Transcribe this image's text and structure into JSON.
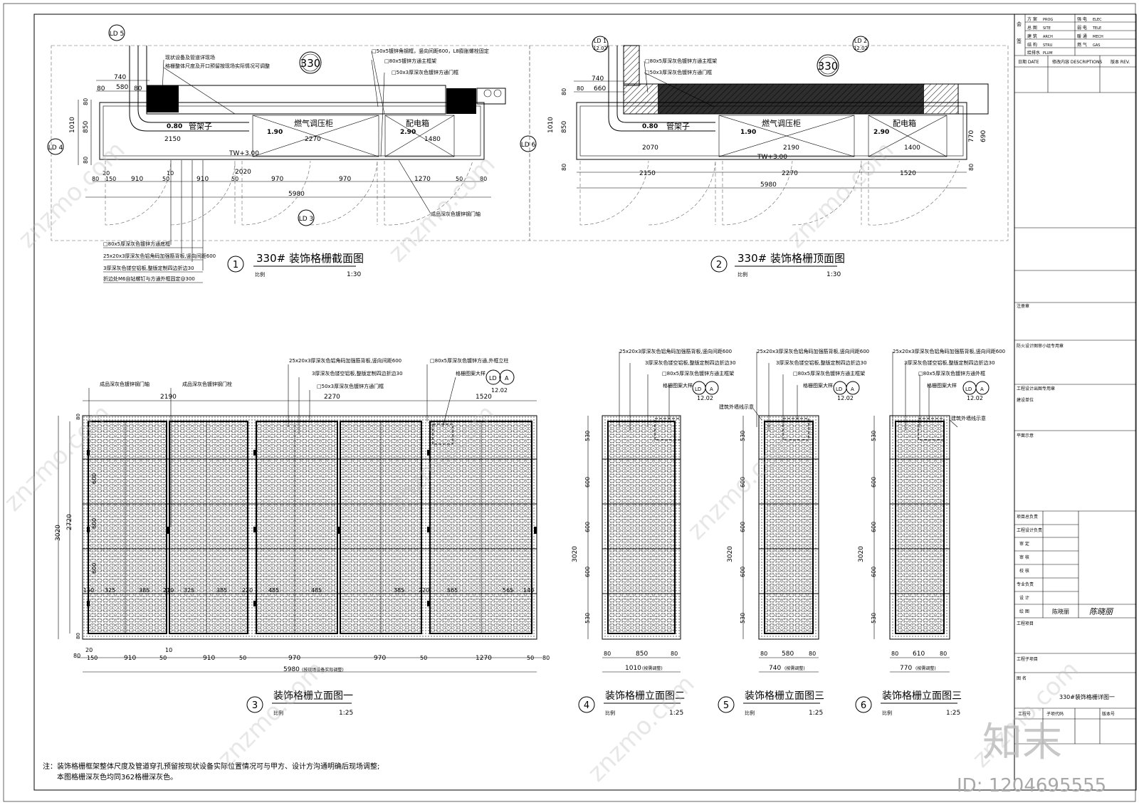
{
  "sheet": {
    "project_no": "330",
    "note_label": "注：",
    "notes": [
      "装饰格栅框架整体尺度及管道穿孔预留按现状设备实际位置情况可与甲方、设计方沟通明确后现场调整;",
      "本图格栅深灰色均同362格栅深灰色。"
    ],
    "watermark_id": "ID: 1204695555",
    "watermark_logo": "知末"
  },
  "views": [
    {
      "no": "1",
      "title": "330# 装饰格栅截面图",
      "scale_label": "比例",
      "scale": "1:30"
    },
    {
      "no": "2",
      "title": "330# 装饰格栅顶面图",
      "scale_label": "比例",
      "scale": "1:30"
    },
    {
      "no": "3",
      "title": "装饰格栅立面图一",
      "scale_label": "比例",
      "scale": "1:25"
    },
    {
      "no": "4",
      "title": "装饰格栅立面图二",
      "scale_label": "比例",
      "scale": "1:25"
    },
    {
      "no": "5",
      "title": "装饰格栅立面图三",
      "scale_label": "比例",
      "scale": "1:25"
    },
    {
      "no": "6",
      "title": "装饰格栅立面图三",
      "scale_label": "比例",
      "scale": "1:25"
    }
  ],
  "plan1": {
    "labels": [
      "管架子",
      "燃气调压柜",
      "配电箱"
    ],
    "slopes": [
      "0.80",
      "1.90",
      "2.90"
    ],
    "tw": "TW+3.00",
    "dims_top": [
      "740",
      "580",
      "80",
      "80"
    ],
    "dims_side": [
      "1010",
      "850",
      "80",
      "80"
    ],
    "dims_inner": [
      "2150",
      "2270",
      "1480"
    ],
    "dims_bottom": [
      "80",
      "20",
      "150",
      "910",
      "50",
      "10",
      "910",
      "50",
      "970",
      "970",
      "2020",
      "1270",
      "50",
      "80"
    ],
    "total": "5980",
    "callouts": [
      "现状设备及管道详现场",
      "格栅整体尺度及开口预留按现场实际情况可调整",
      "□50x5镀锌角钢框，竖向间距600，L8膨胀螺栓固定",
      "□80x5镀锌方通主框架",
      "□50x3厚深灰色镀锌方通门框",
      "□80x5厚深灰色镀锌方通底框",
      "25x20x3厚深灰色铝角码加强筋背板,竖向间距600",
      "3厚深灰色镂空铝板,整版定制四边折边30",
      "折边处M6自钻螺钉与方通外框固定@300",
      "成品深灰色镀锌钢门轴"
    ]
  },
  "plan2": {
    "labels": [
      "管架子",
      "燃气调压柜",
      "配电箱"
    ],
    "slopes": [
      "0.80",
      "1.90",
      "2.90"
    ],
    "tw": "TW+3.00",
    "dims_top": [
      "740",
      "660",
      "80"
    ],
    "dims_side": [
      "1010",
      "850",
      "80",
      "80"
    ],
    "dims_right": [
      "770",
      "690",
      "80"
    ],
    "dims_inner": [
      "2070",
      "2190",
      "1400"
    ],
    "dims_bottom": [
      "2150",
      "2270",
      "1520"
    ],
    "total": "5980",
    "callouts": [
      "□80x5厚深灰色镀锌方通主框架",
      "□50x3厚深灰色镀锌方通门框"
    ]
  },
  "elev3": {
    "top_dims": [
      "2190",
      "2270",
      "1520"
    ],
    "callouts": [
      "成品深灰色镀锌钢门轴",
      "成品深灰色镀锌钢门栓",
      "25x20x3厚深灰色铝角码加强筋背板,竖向间距600",
      "3厚深灰色镂空铝板,整版定制四边折边30",
      "□50x3厚深灰色镀锌方通门框",
      "□80x5厚深灰色镀锌方通,外框立柱",
      "格栅图案大样"
    ],
    "detail_ref": {
      "code": "LD",
      "letter": "A",
      "sheet": "12.02"
    },
    "left_dims": [
      "3020",
      "2720",
      "600",
      "600",
      "600",
      "80",
      "80"
    ],
    "mid_dims": [
      "150",
      "325",
      "385",
      "210",
      "325",
      "385",
      "220",
      "485",
      "485",
      "385",
      "220",
      "565",
      "565",
      "140"
    ],
    "bottom_dims": [
      "80",
      "20",
      "150",
      "910",
      "10",
      "50",
      "910",
      "50",
      "970",
      "970",
      "50",
      "1270",
      "50",
      "80"
    ],
    "total": "5980",
    "total_note": "(按现场设备实际调整)"
  },
  "elev4": {
    "callouts": [
      "25x20x3厚深灰色铝角码加强筋背板,竖向间距600",
      "3厚深灰色镂空铝板,整版定制四边折边30",
      "□80x5厚深灰色镀锌方通主框架",
      "格栅图案大样"
    ],
    "left_dims": [
      "530",
      "600",
      "600",
      "600",
      "530",
      "3020"
    ],
    "bottom_dims": [
      "80",
      "850",
      "80"
    ],
    "total": "1010",
    "total_note": "(按需调整)"
  },
  "elev5": {
    "callouts": [
      "25x20x3厚深灰色铝角码加强筋背板,竖向间距600",
      "3厚深灰色镂空铝板,整版定制四边折边30",
      "□80x5厚深灰色镀锌方通主框架",
      "格栅图案大样",
      "建筑外墙线示意"
    ],
    "left_dims": [
      "530",
      "600",
      "600",
      "600",
      "530",
      "3020"
    ],
    "bottom_dims": [
      "80",
      "580",
      "80"
    ],
    "total": "740",
    "total_note": "(按需调整)"
  },
  "elev6": {
    "callouts": [
      "25x20x3厚深灰色铝角码加强筋背板,竖向间距600",
      "3厚深灰色镂空铝板,整版定制四边折边30",
      "□80x5厚深灰色镀锌方通外框",
      "格栅图案大样",
      "建筑外墙线示意"
    ],
    "left_dims": [
      "530",
      "600",
      "600",
      "600",
      "530",
      "3020"
    ],
    "bottom_dims": [
      "80",
      "610",
      "80"
    ],
    "total": "770",
    "total_note": "(按需调整)"
  },
  "title_block": {
    "disciplines": [
      [
        "方 案",
        "PROG",
        "强 电",
        "ELEC"
      ],
      [
        "总 图",
        "SITE",
        "弱 电",
        "TELE"
      ],
      [
        "建 筑",
        "ARCH",
        "暖 通",
        "MECH"
      ],
      [
        "结 构",
        "STRU",
        "燃 气",
        "GAS"
      ],
      [
        "给排水",
        "PLUM",
        "",
        ""
      ]
    ],
    "side_marks": [
      "会",
      "签"
    ],
    "revision_header": [
      "日期 DATE",
      "修改内容 DESCRIPTIONS",
      "版本 REV."
    ],
    "seals": [
      "注册章",
      "防火设计图审小组专用章",
      "工程设计出图专用章",
      "建设单位",
      "平面示意"
    ],
    "roles": [
      [
        "项目总负责",
        ""
      ],
      [
        "工程设计负责",
        ""
      ],
      [
        "审 定",
        ""
      ],
      [
        "审 核",
        ""
      ],
      [
        "校 核",
        ""
      ],
      [
        "专业负责",
        ""
      ],
      [
        "设 计",
        ""
      ],
      [
        "绘 图",
        "陈晓丽"
      ]
    ],
    "project_label": "工程项目",
    "subproject_label": "工程子项目",
    "drawing_name_label": "图 名",
    "drawing_name": "330#装饰格栅详图一",
    "footer_labels": [
      "工程号",
      "子项代码",
      "版本号"
    ]
  }
}
